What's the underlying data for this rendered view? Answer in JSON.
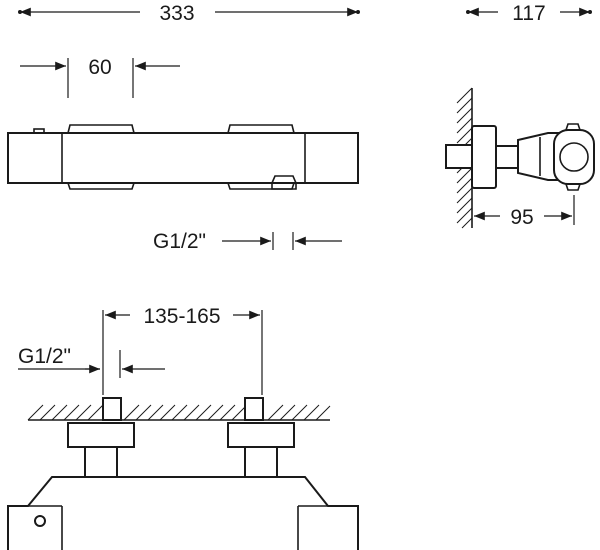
{
  "dimensions": {
    "total_length": "333",
    "depth": "117",
    "handle_width": "60",
    "outlet_thread": "G1/2\"",
    "wall_offset": "95",
    "inlet_spacing": "135-165",
    "inlet_thread": "G1/2\""
  }
}
